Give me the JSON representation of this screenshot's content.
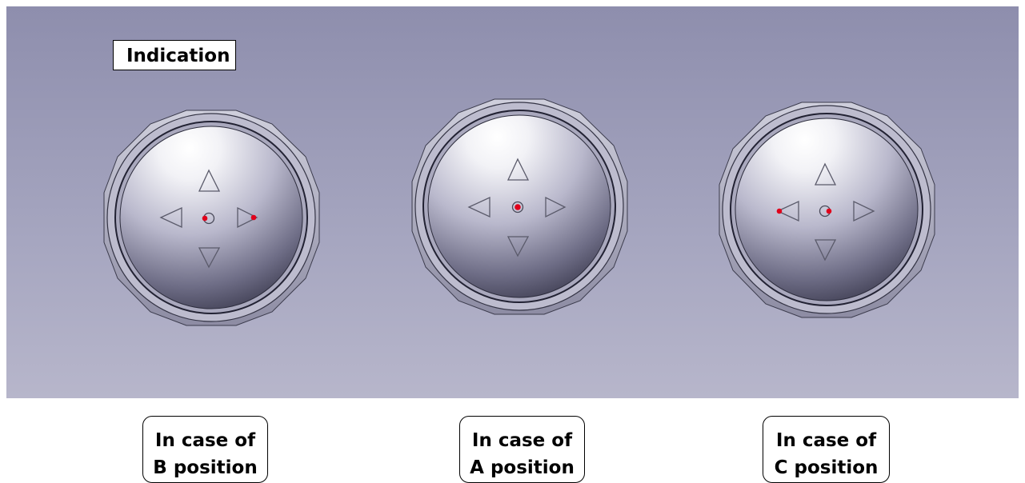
{
  "indication_label": "Indication",
  "colors": {
    "background_top": "#8e8ead",
    "background_bottom": "#b7b6cb",
    "indicator_dot": "#e0001b"
  },
  "knobs": [
    {
      "id": "B",
      "indicator_position": "center-left and right arrow",
      "caption": {
        "line1": "In case of",
        "line2": "B position"
      }
    },
    {
      "id": "A",
      "indicator_position": "center",
      "caption": {
        "line1": "In case of",
        "line2": "A position"
      }
    },
    {
      "id": "C",
      "indicator_position": "left arrow and center-right",
      "caption": {
        "line1": "In case of",
        "line2": "C position"
      }
    }
  ]
}
